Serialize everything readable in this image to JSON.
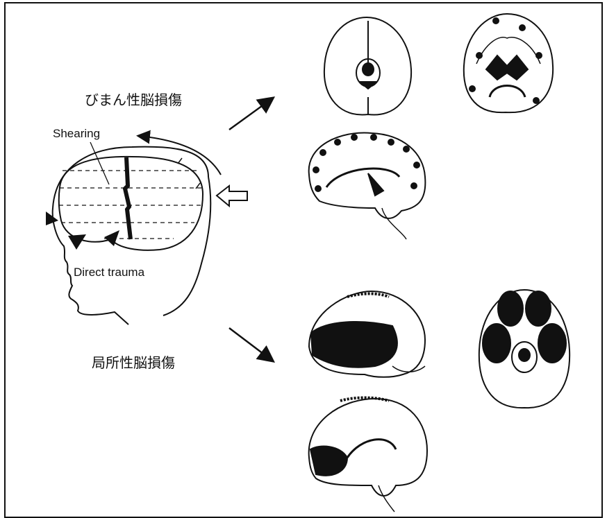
{
  "labels": {
    "diffuse_injury": "びまん性脳損傷",
    "focal_injury": "局所性脳損傷",
    "shearing": "Shearing",
    "direct_trauma": "Direct trauma"
  },
  "icons": [
    "head-profile-icon",
    "impact-arrow-icon",
    "brain-axial-icon",
    "brain-coronal-icon",
    "brain-sagittal-icon",
    "brain-lateral-icon"
  ],
  "colors": {
    "ink": "#111111",
    "paper": "#ffffff"
  }
}
